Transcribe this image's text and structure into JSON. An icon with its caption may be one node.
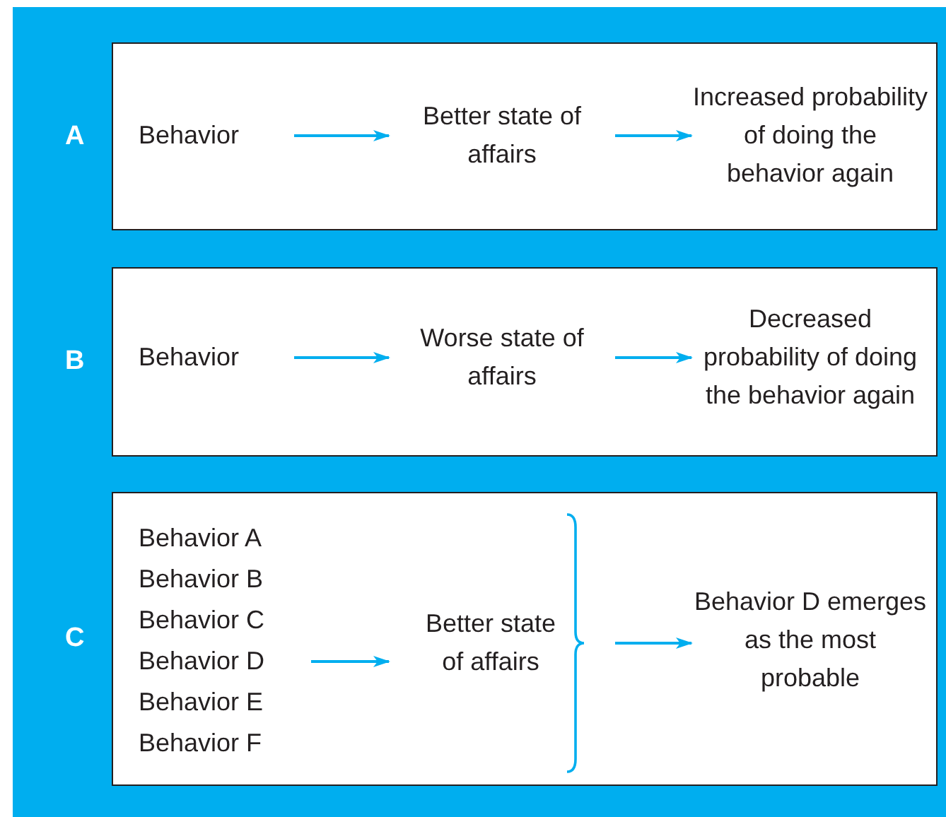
{
  "diagram": {
    "nodes": [
      {
        "text": [
          "A"
        ]
      },
      {
        "text": [
          "Behavior"
        ],
        "in": 0
      },
      {
        "text": [
          "Better state of affairs"
        ],
        "in": 0
      },
      {
        "text": [
          "Increased probability of doing the behavior again"
        ],
        "in": 0
      },
      {
        "text": [
          "B"
        ]
      },
      {
        "text": [
          "Behavior"
        ],
        "in": 4
      },
      {
        "text": [
          "Worse state of affairs"
        ],
        "in": 4
      },
      {
        "text": [
          "Decreased probability of doing the behavior again"
        ],
        "in": 4
      },
      {
        "text": [
          "C"
        ]
      },
      {
        "text": [
          "Behavior A"
        ],
        "in": 8
      },
      {
        "text": [
          "Behavior B"
        ],
        "in": 8
      },
      {
        "text": [
          "Behavior C"
        ],
        "in": 8
      },
      {
        "text": [
          "Behavior D"
        ],
        "in": 8
      },
      {
        "text": [
          "Behavior E"
        ],
        "in": 8
      },
      {
        "text": [
          "Behavior F"
        ],
        "in": 8
      },
      {
        "text": [
          "Better state of affairs"
        ],
        "in": 8
      },
      {
        "text": [
          "Behavior D emerges as the most probable"
        ],
        "in": 8
      }
    ],
    "edges": [
      {
        "from": 1,
        "to": 2,
        "arrow": "to"
      },
      {
        "from": 2,
        "to": 3,
        "arrow": "to"
      },
      {
        "from": 5,
        "to": 6,
        "arrow": "to"
      },
      {
        "from": 6,
        "to": 7,
        "arrow": "to"
      },
      {
        "from": 12,
        "to": 15,
        "arrow": "to"
      },
      {
        "from": 15,
        "to": 16,
        "arrow": "to"
      }
    ]
  }
}
